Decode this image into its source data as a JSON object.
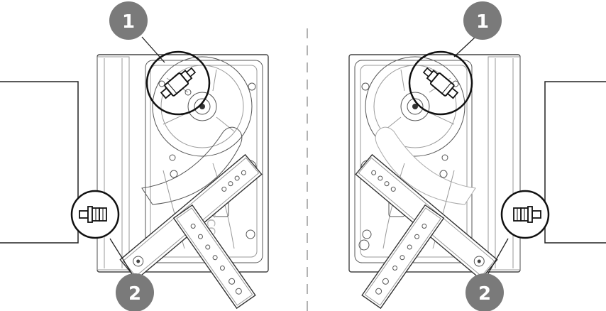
{
  "callouts": {
    "left_top": "1",
    "right_top": "1",
    "left_bottom": "2",
    "right_bottom": "2"
  },
  "colors": {
    "callout_fill": "#7a7a7a",
    "line": "#222222",
    "divider": "#9a9a9a"
  }
}
